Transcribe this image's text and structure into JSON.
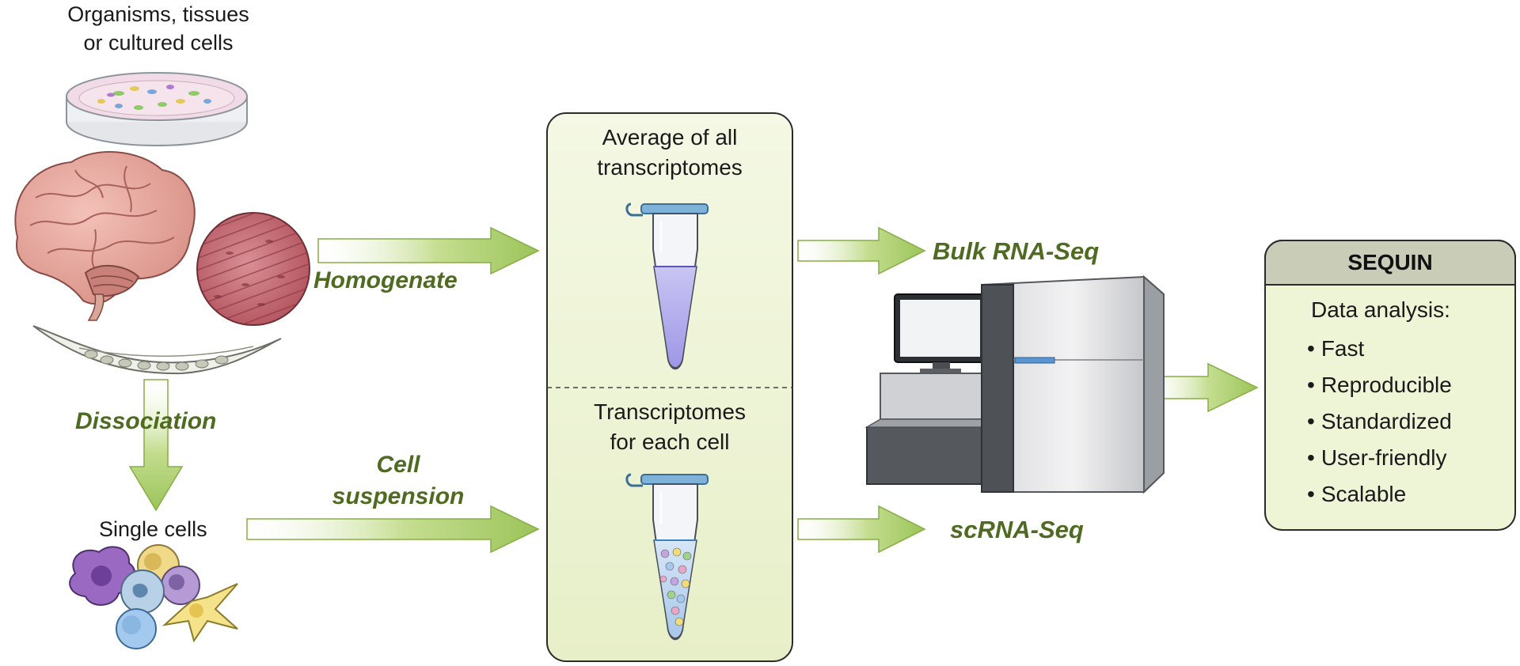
{
  "source": {
    "line1": "Organisms, tissues",
    "line2": "or cultured cells"
  },
  "process": {
    "homogenate": "Homogenate",
    "dissociation": "Dissociation",
    "single_cells": "Single cells",
    "cell_suspension_1": "Cell",
    "cell_suspension_2": "suspension"
  },
  "panel": {
    "top_line1": "Average of all",
    "top_line2": "transcriptomes",
    "bottom_line1": "Transcriptomes",
    "bottom_line2": "for each cell"
  },
  "outputs": {
    "bulk": "Bulk RNA-Seq",
    "sc": "scRNA-Seq"
  },
  "sequin": {
    "title": "SEQUIN",
    "subtitle": "Data analysis:",
    "features": [
      "Fast",
      "Reproducible",
      "Standardized",
      "User-friendly",
      "Scalable"
    ]
  },
  "colors": {
    "arrow_green": "#9cc45a",
    "label_green": "#4f6b22",
    "panel_fill": "#eef4d6",
    "header_fill": "#c9cdb7"
  },
  "icons": [
    "petri-dish-icon",
    "brain-icon",
    "muscle-tissue-icon",
    "worm-icon",
    "cells-icon",
    "microtube-icon",
    "sequencer-icon"
  ]
}
